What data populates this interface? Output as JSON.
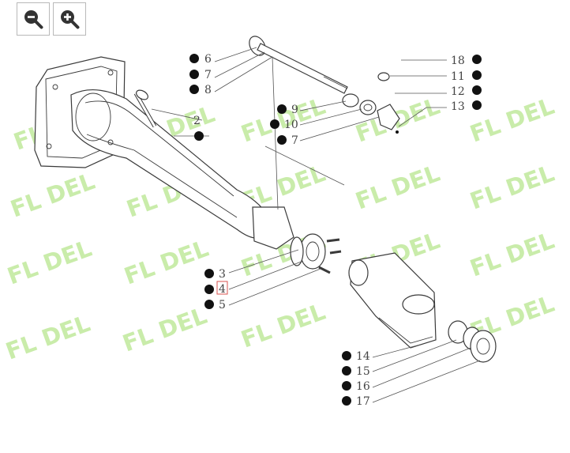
{
  "toolbar": {
    "zoom_out_icon": "zoom-out-icon",
    "zoom_in_icon": "zoom-in-icon"
  },
  "watermark": {
    "text": "FL DEL"
  },
  "callouts": {
    "c2": "2",
    "c3": "3",
    "c4": "4",
    "c5": "5",
    "c6": "6",
    "c7a": "7",
    "c8": "8",
    "c9": "9",
    "c10": "10",
    "c7b": "7",
    "c11": "11",
    "c12": "12",
    "c13": "13",
    "c14": "14",
    "c15": "15",
    "c16": "16",
    "c17": "17",
    "c18": "18"
  },
  "colors": {
    "highlight": "#d9534f",
    "watermark": "#b8e68e"
  }
}
